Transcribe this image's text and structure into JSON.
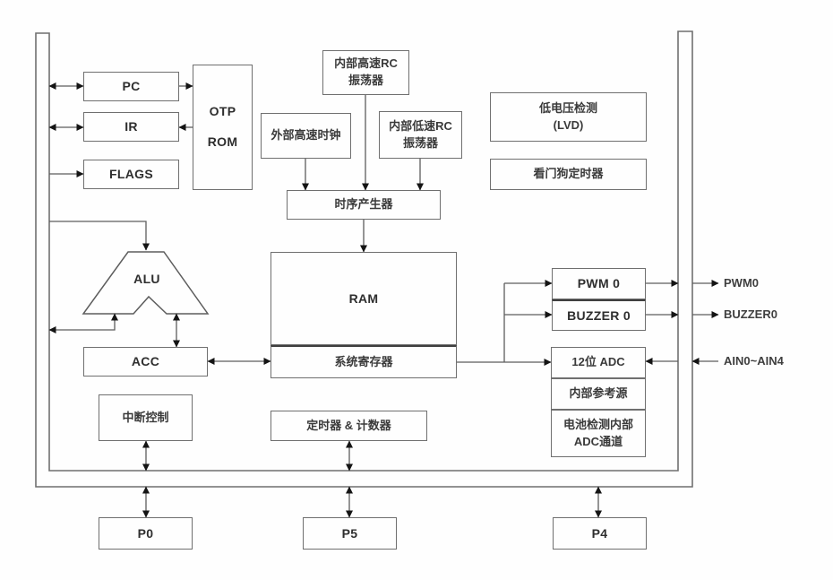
{
  "diagram": {
    "blocks": {
      "pc": "PC",
      "ir": "IR",
      "flags": "FLAGS",
      "otp_line1": "OTP",
      "otp_line2": "ROM",
      "int_hs_rc_line1": "内部高速RC",
      "int_hs_rc_line2": "振荡器",
      "ext_hs_clock": "外部高速时钟",
      "int_ls_rc_line1": "内部低速RC",
      "int_ls_rc_line2": "振荡器",
      "timing_generator": "时序产生器",
      "lvd_line1": "低电压检测",
      "lvd_line2": "(LVD)",
      "watchdog": "看门狗定时器",
      "alu": "ALU",
      "ram": "RAM",
      "system_registers": "系统寄存器",
      "acc": "ACC",
      "interrupt_control": "中断控制",
      "timer_counter": "定时器 & 计数器",
      "pwm0": "PWM 0",
      "buzzer0": "BUZZER 0",
      "adc": "12位 ADC",
      "internal_reference": "内部参考源",
      "battery_line1": "电池检测内部",
      "battery_line2": "ADC通道",
      "p0": "P0",
      "p5": "P5",
      "p4": "P4"
    },
    "pins": {
      "pwm0": "PWM0",
      "buzzer0": "BUZZER0",
      "ain": "AIN0~AIN4"
    },
    "colors": {
      "line": "#5d5d5d",
      "bus": "#6f6f6f",
      "text": "#3a3a3a",
      "background": "#fefefe"
    }
  }
}
